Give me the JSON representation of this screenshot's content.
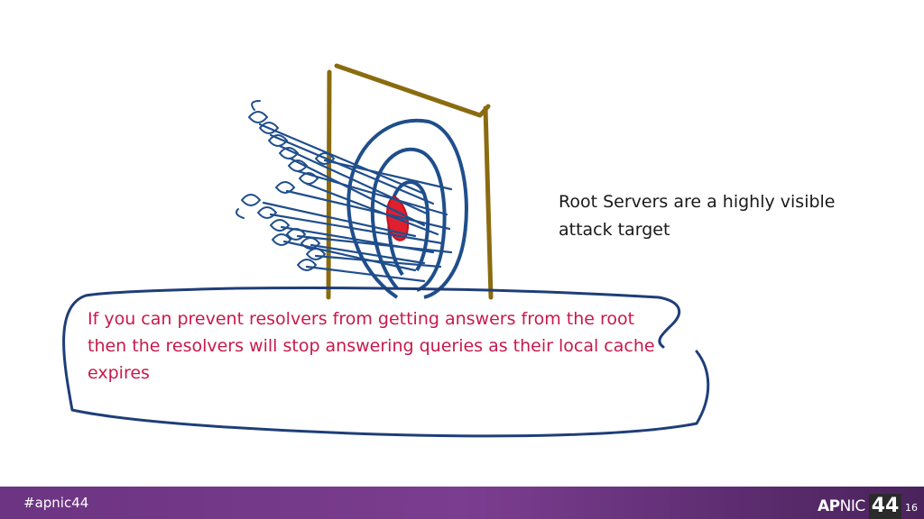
{
  "slide": {
    "caption": "Root Servers are a highly visible attack target",
    "bubble_text": "If you can prevent resolvers from getting answers from the root then the resolvers will stop answering queries as their local cache expires"
  },
  "footer": {
    "hashtag": "#apnic44",
    "logo_ap": "AP",
    "logo_nic": "NIC",
    "logo_num": "44",
    "page_number": "16"
  },
  "colors": {
    "frame": "#8b6b10",
    "rings": "#1f4e8c",
    "bullseye": "#e0202e",
    "bubble_outline": "#1f3e78",
    "bubble_text": "#c8194b",
    "footer": "#6c3482"
  },
  "icons": [
    "target-illustration",
    "arrow-icon",
    "speech-bubble-outline",
    "apnic-logo"
  ]
}
